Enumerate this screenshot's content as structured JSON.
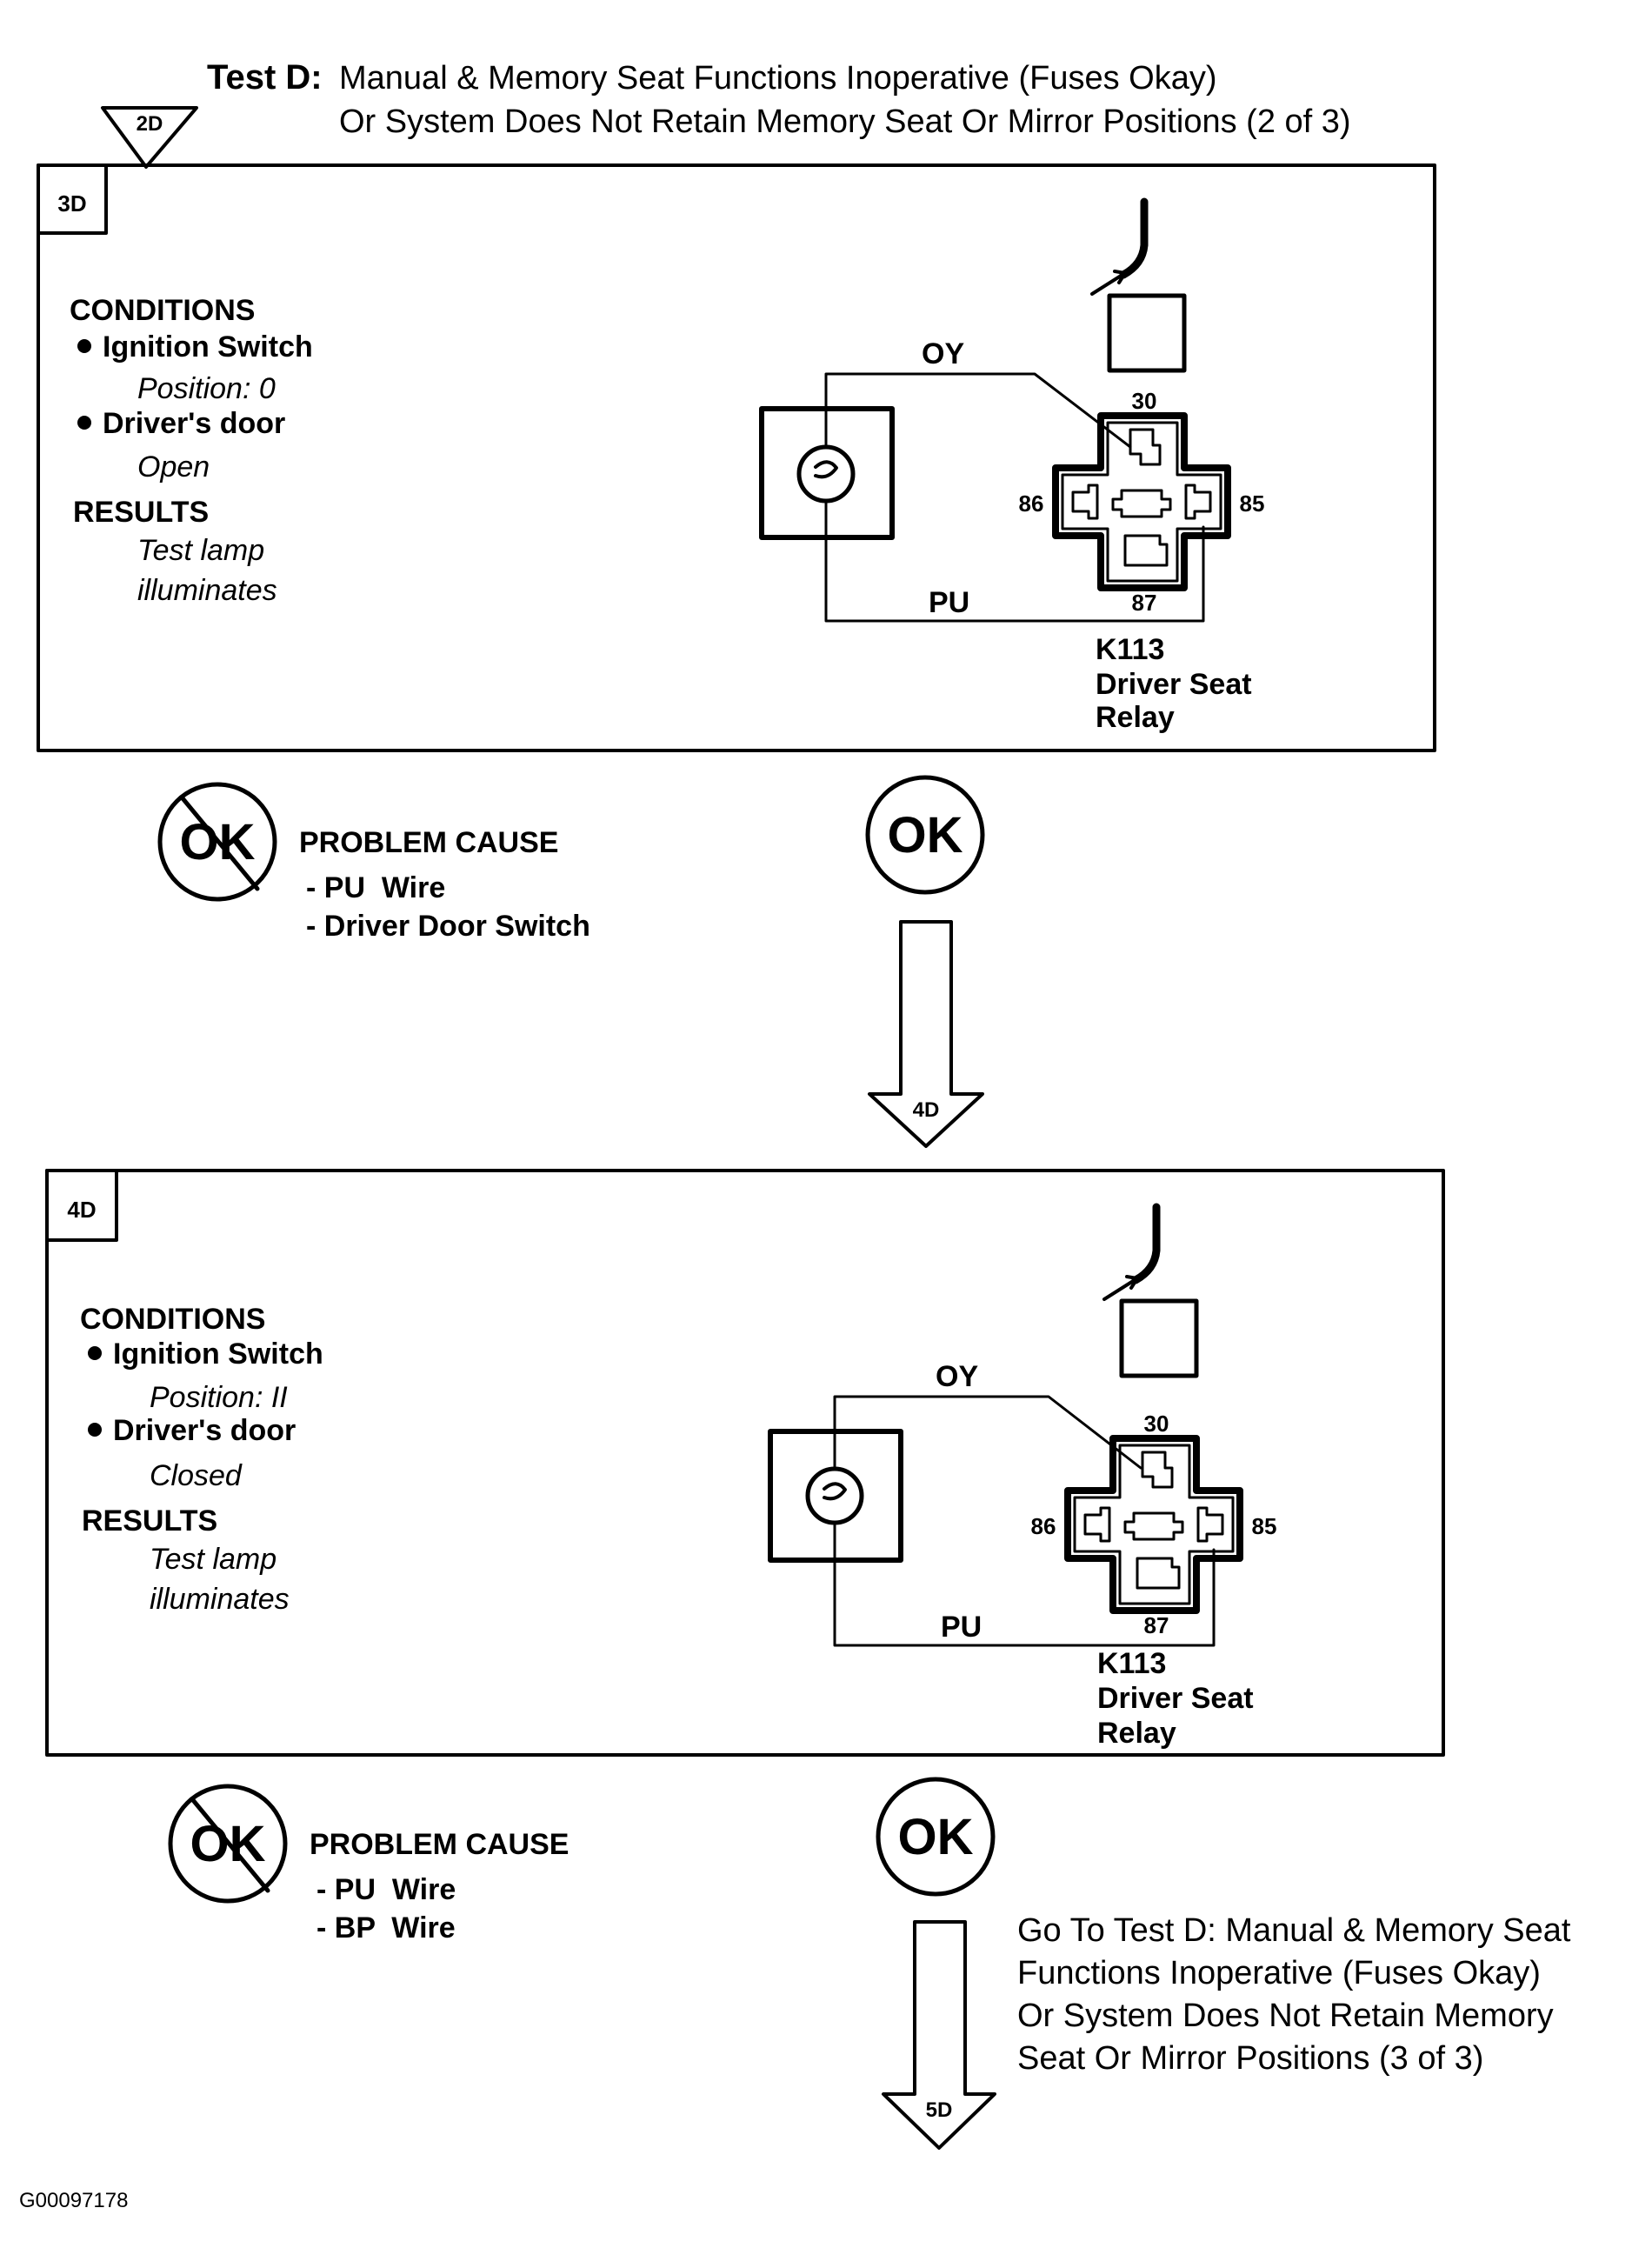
{
  "header": {
    "test_label": "Test D:",
    "title_line1": "Manual & Memory Seat Functions Inoperative (Fuses Okay)",
    "title_line2": "Or System Does Not Retain Memory Seat Or Mirror Positions (2 of 3)",
    "entry_marker": "2D"
  },
  "steps": [
    {
      "id": "3D",
      "conditions_label": "CONDITIONS",
      "condition1": "Ignition Switch",
      "condition1_value": "Position: 0",
      "condition2": "Driver's door",
      "condition2_value": "Open",
      "results_label": "RESULTS",
      "results_line1": "Test lamp",
      "results_line2": "illuminates",
      "wire_top": "OY",
      "wire_bottom": "PU",
      "pin_30": "30",
      "pin_86": "86",
      "pin_85": "85",
      "pin_87": "87",
      "relay_id": "K113",
      "relay_line1": "Driver Seat",
      "relay_line2": "Relay",
      "not_ok_label": "OK",
      "ok_label": "OK",
      "problem_cause_label": "PROBLEM CAUSE",
      "cause1": "- PU  Wire",
      "cause2": "- Driver Door Switch",
      "next_marker": "4D"
    },
    {
      "id": "4D",
      "conditions_label": "CONDITIONS",
      "condition1": "Ignition Switch",
      "condition1_value": "Position: II",
      "condition2": "Driver's door",
      "condition2_value": "Closed",
      "results_label": "RESULTS",
      "results_line1": "Test lamp",
      "results_line2": "illuminates",
      "wire_top": "OY",
      "wire_bottom": "PU",
      "pin_30": "30",
      "pin_86": "86",
      "pin_85": "85",
      "pin_87": "87",
      "relay_id": "K113",
      "relay_line1": "Driver Seat",
      "relay_line2": "Relay",
      "not_ok_label": "OK",
      "ok_label": "OK",
      "problem_cause_label": "PROBLEM CAUSE",
      "cause1": "- PU  Wire",
      "cause2": "- BP  Wire",
      "next_marker": "5D"
    }
  ],
  "goto": {
    "line1": "Go To Test D: Manual & Memory Seat",
    "line2": "Functions Inoperative (Fuses Okay)",
    "line3": "Or System Does Not Retain Memory",
    "line4": "Seat Or Mirror Positions (3 of 3)"
  },
  "footer": {
    "figure_id": "G00097178"
  }
}
